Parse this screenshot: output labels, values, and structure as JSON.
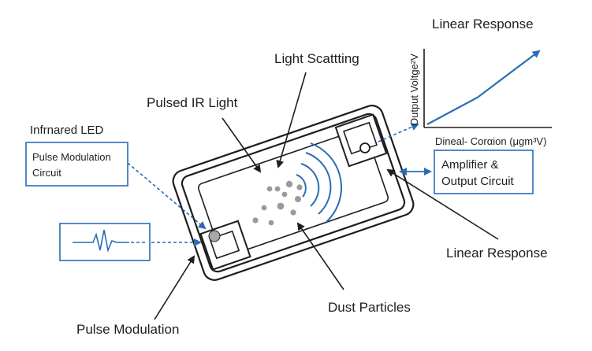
{
  "labels": {
    "infrared_led": "Infrnared LED",
    "pulse_mod_circuit_line1": "Pulse Modulation",
    "pulse_mod_circuit_line2": "Circuit",
    "pulsed_ir_light": "Pulsed IR Light",
    "light_scattering": "Light Scattting",
    "linear_response_top": "Linear Response",
    "amplifier_line1": "Amplifier &",
    "amplifier_line2": "Output Circuit",
    "linear_response_right": "Linear Response",
    "dust_particles": "Dust Particles",
    "pulse_modulation": "Pulse Modulation"
  },
  "chart_data": {
    "type": "line",
    "title": "Linear Response",
    "xlabel": "Dineal- Corαion (μgm³V)",
    "ylabel": "Output Voltge²V",
    "series": [
      {
        "points": [
          [
            0,
            0
          ],
          [
            0.45,
            0.35
          ],
          [
            1,
            0.95
          ]
        ]
      }
    ]
  },
  "colors": {
    "ink": "#1e1e1e",
    "accent_blue": "#2a6db5",
    "particle_gray": "#9a9a9a"
  }
}
